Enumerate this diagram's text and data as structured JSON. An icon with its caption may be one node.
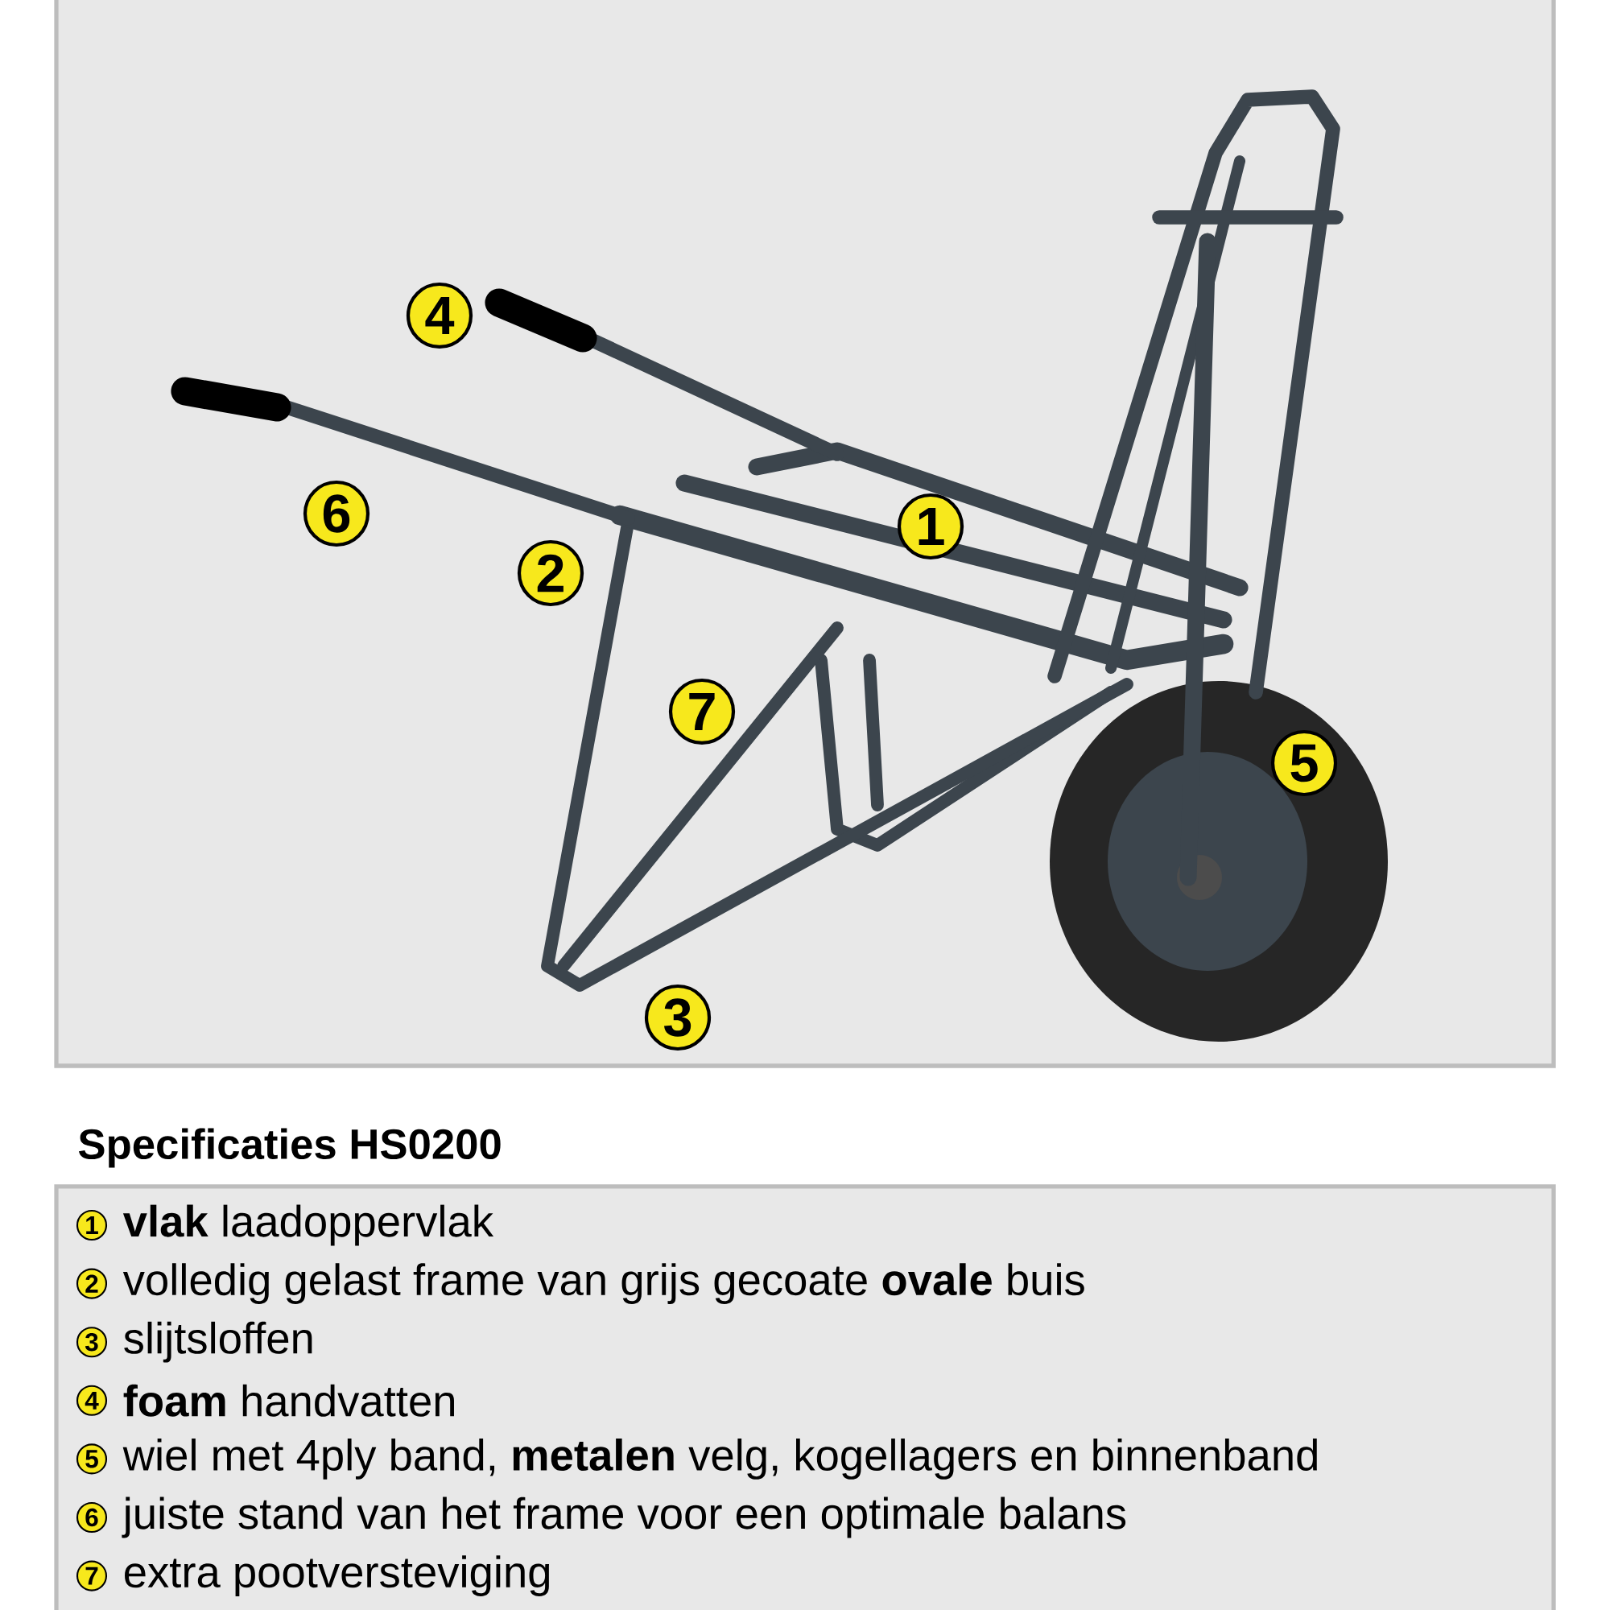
{
  "diagram": {
    "title": "Specificaties HS0200",
    "labels": [
      "4",
      "6",
      "2",
      "1",
      "7",
      "5",
      "3",
      "1",
      "**vlak** laadoppervlak",
      "2",
      "volledig gelast frame van grijs gecoate **ovale** buis",
      "3",
      "slijtsloffen",
      "4",
      "**foam** handvatten",
      "5",
      "wiel met 4ply band, **metalen** velg, kogellagers en binnenband",
      "6",
      "juiste stand van het frame voor een optimale balans",
      "7",
      "extra pootversteviging"
    ]
  }
}
